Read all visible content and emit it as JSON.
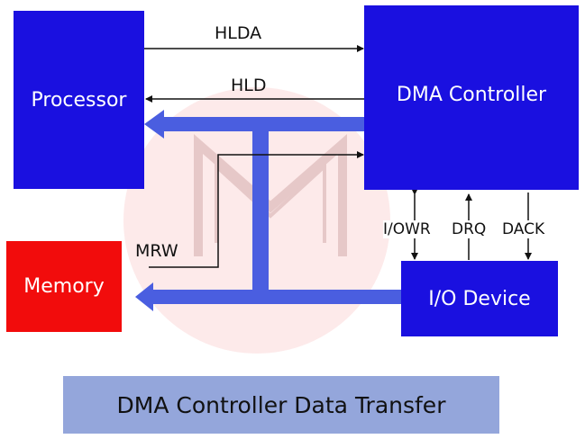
{
  "blocks": {
    "processor": "Processor",
    "dma_controller": "DMA Controller",
    "memory": "Memory",
    "io_device": "I/O Device"
  },
  "signals": {
    "hlda": "HLDA",
    "hld": "HLD",
    "mrw": "MRW",
    "iowr": "I/OWR",
    "drq": "DRQ",
    "dack": "DACK"
  },
  "caption": "DMA Controller Data Transfer",
  "colors": {
    "processor": "#1a10e0",
    "dma_controller": "#1a10e0",
    "io_device": "#1a10e0",
    "memory": "#f20c0c",
    "bus": "#4a5ee0",
    "caption_bg": "#94a6db",
    "watermark_circle": "#fdeaea",
    "watermark_lines": "#e6c8c8"
  }
}
